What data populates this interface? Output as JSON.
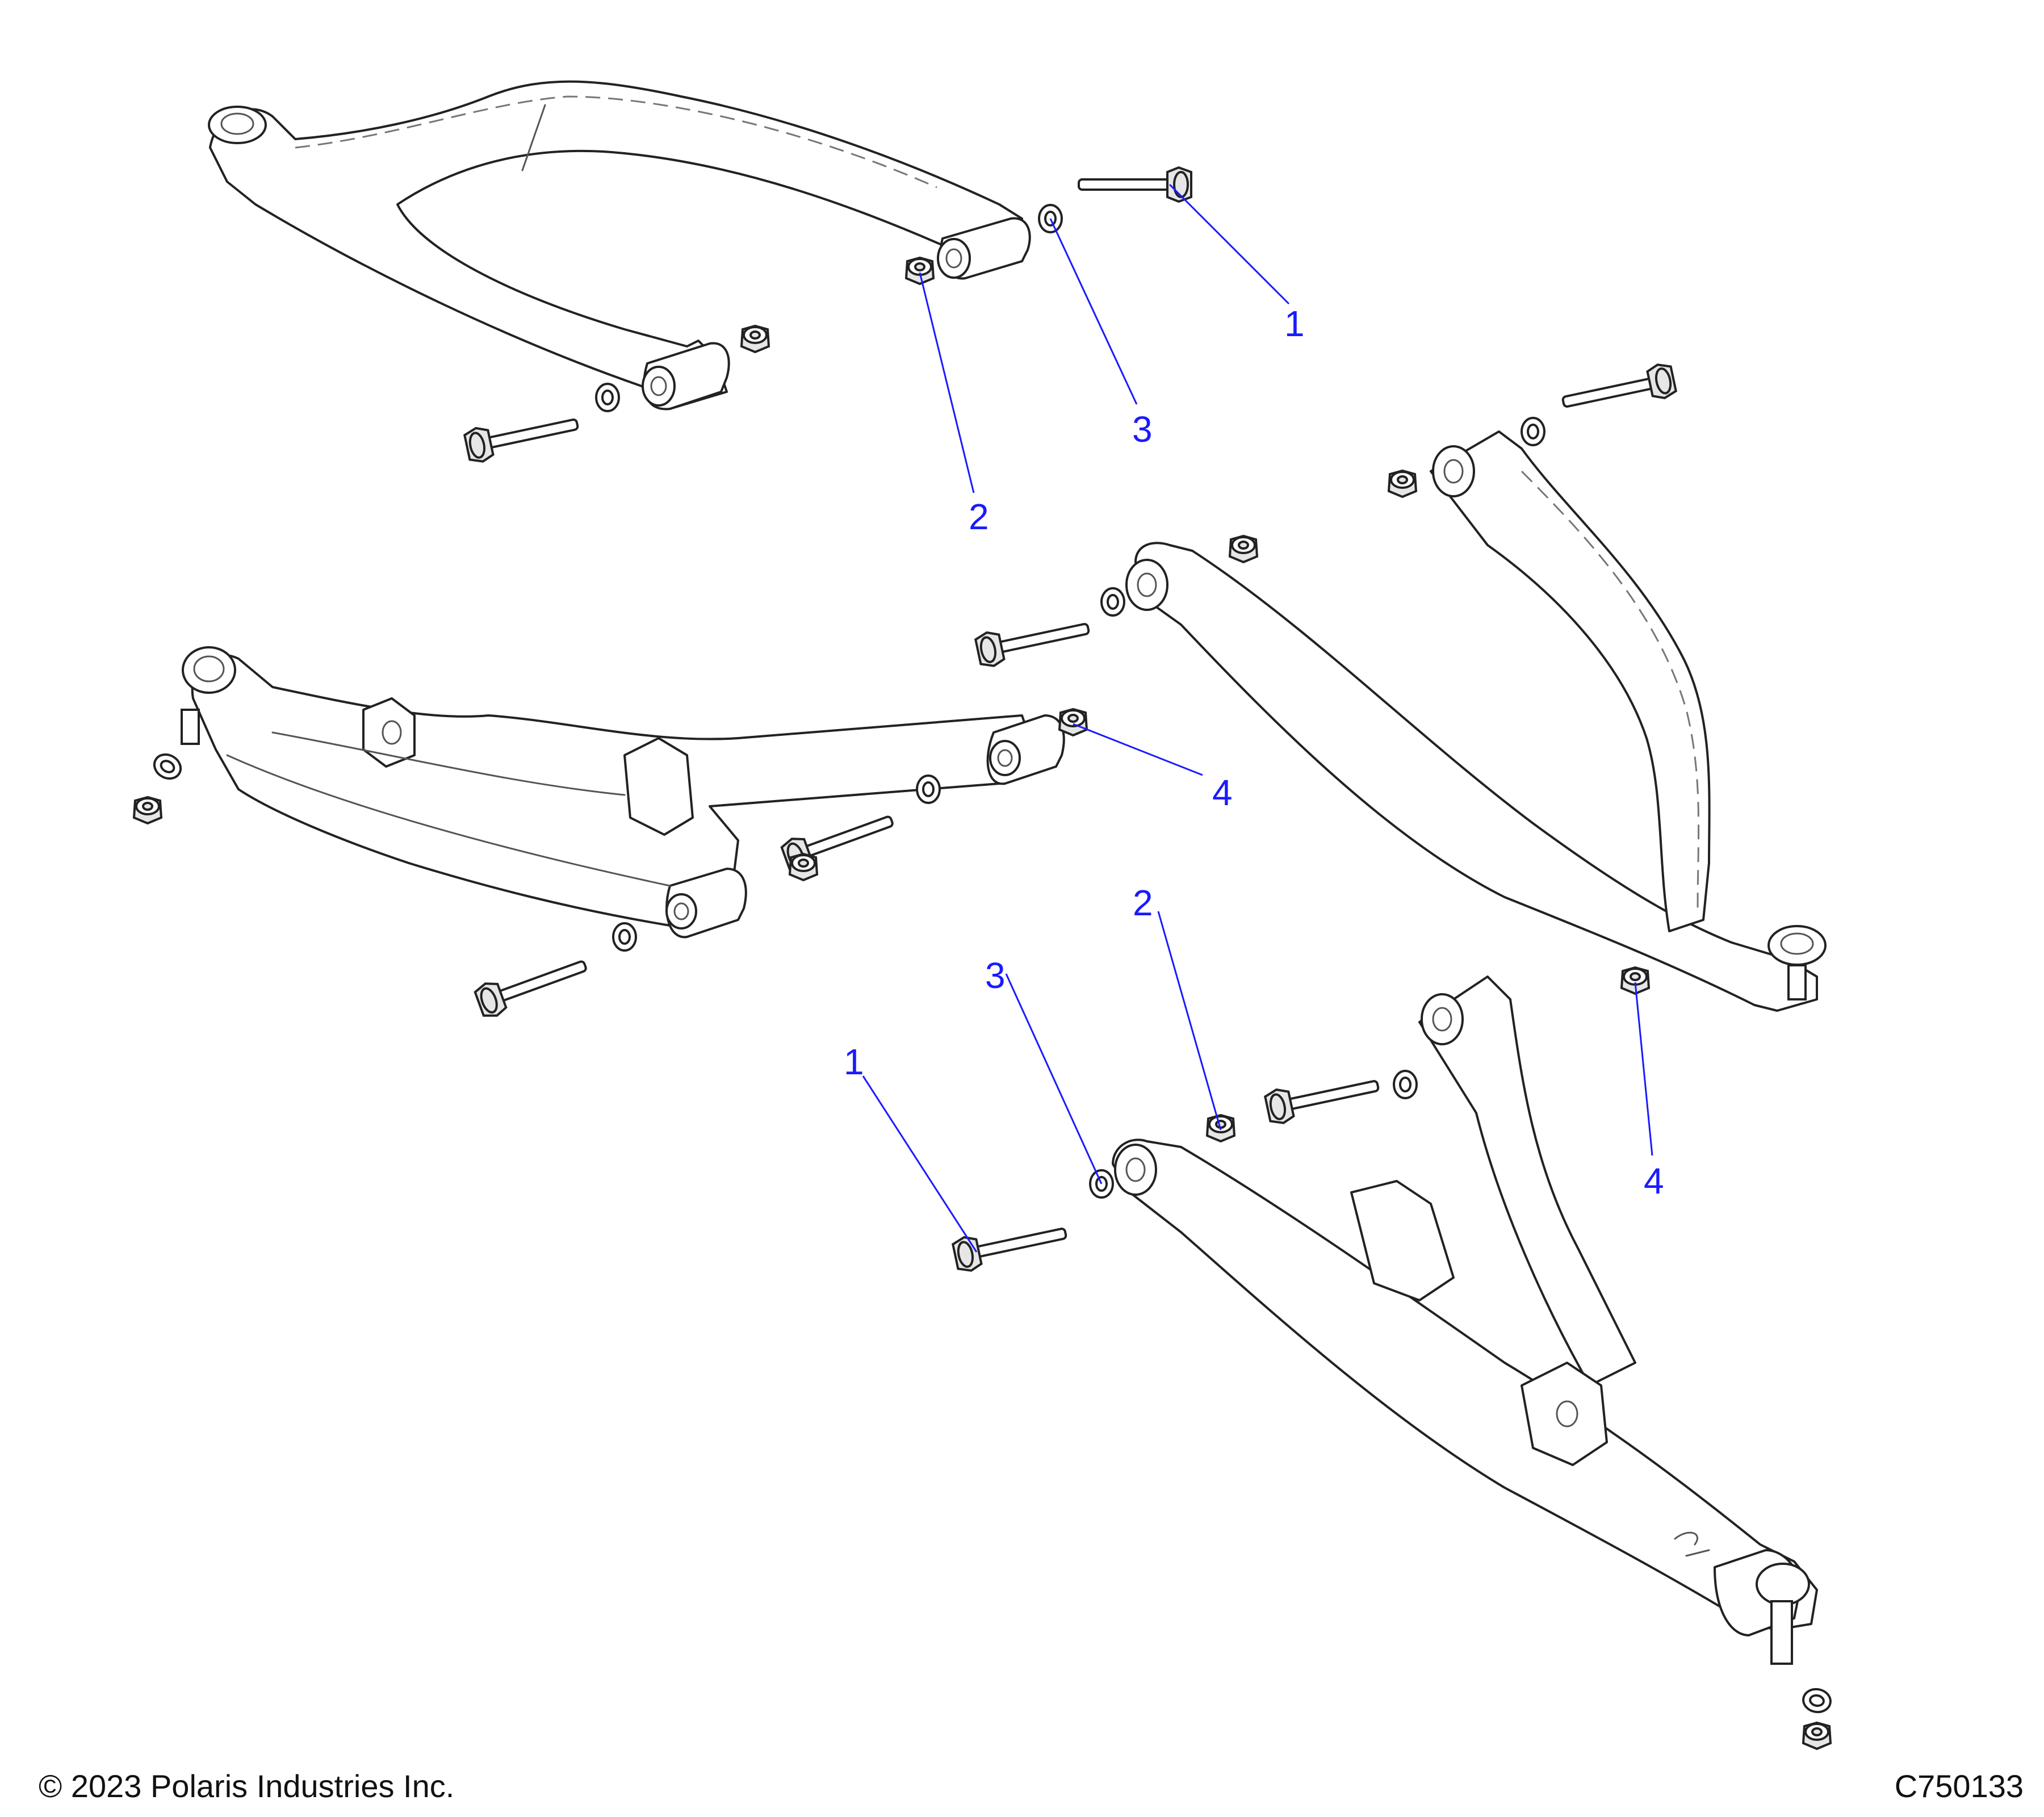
{
  "callouts": [
    {
      "label": "1",
      "part": "bolt"
    },
    {
      "label": "2",
      "part": "flange-nut"
    },
    {
      "label": "3",
      "part": "washer"
    },
    {
      "label": "4",
      "part": "flange-nut"
    },
    {
      "label": "1",
      "part": "bolt"
    },
    {
      "label": "2",
      "part": "flange-nut"
    },
    {
      "label": "3",
      "part": "washer"
    },
    {
      "label": "4",
      "part": "flange-nut"
    }
  ],
  "footer": {
    "copyright": "© 2023 Polaris Industries Inc.",
    "figure_id": "C750133"
  },
  "colors": {
    "callout": "#1a1aff",
    "linework": "#222222",
    "background": "#ffffff"
  }
}
